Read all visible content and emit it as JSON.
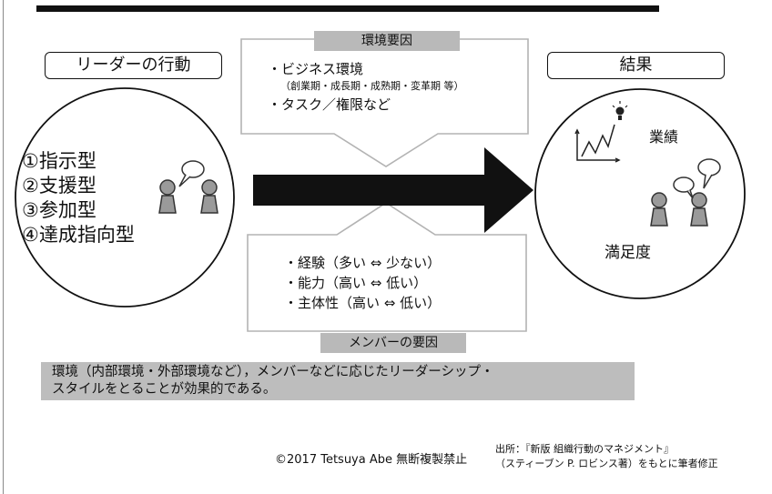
{
  "leader_behavior": {
    "title": "リーダーの行動",
    "styles": [
      "①指示型",
      "②支援型",
      "③参加型",
      "④達成指向型"
    ]
  },
  "environment": {
    "label": "環境要因",
    "line1": "・ビジネス環境",
    "line1_sub": "（創業期・成長期・成熟期・変革期 等）",
    "line2": "・タスク／権限など"
  },
  "result": {
    "title": "結果",
    "performance": "業績",
    "satisfaction": "満足度"
  },
  "member_factors": {
    "items": [
      "・経験（多い ⇔ 少ない）",
      "・能力（高い ⇔ 低い）",
      "・主体性（高い ⇔ 低い）"
    ],
    "label": "メンバーの要因"
  },
  "summary": {
    "line1": "環境（内部環境・外部環境など），メンバーなどに応じたリーダーシップ・",
    "line2": "スタイルをとることが効果的である。"
  },
  "footer": {
    "copyright": "©2017 Tetsuya Abe 無断複製禁止",
    "source_line1": "出所：『新版 組織行動のマネジメント』",
    "source_line2": "（スティーブン P. ロビンス著）をもとに筆者修正"
  }
}
